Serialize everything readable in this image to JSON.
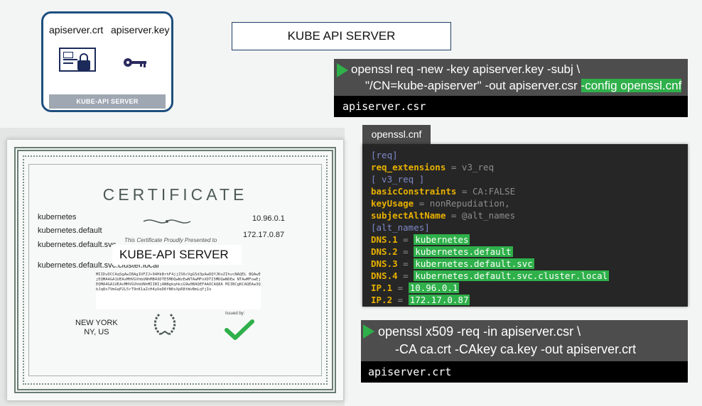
{
  "component": {
    "crt_label": "apiserver.crt",
    "key_label": "apiserver.key",
    "bar_label": "KUBE-API SERVER"
  },
  "title": "KUBE API SERVER",
  "csr_cmd": {
    "line1": "openssl req -new -key apiserver.key -subj \\",
    "line2a": "\"/CN=kube-apiserver\" -out apiserver.csr ",
    "line2b": "-config openssl.cnf",
    "output": "apiserver.csr"
  },
  "cnf": {
    "tab": "openssl.cnf",
    "lines": {
      "l1": "[req]",
      "l2k": "req_extensions",
      "l2v": " = v3_req",
      "l3": "[ v3_req ]",
      "l4k": "basicConstraints",
      "l4v": " = CA:FALSE",
      "l5k": "keyUsage",
      "l5v": " = nonRepudiation,",
      "l6k": "subjectAltName",
      "l6v": " = @alt_names",
      "l7": "[alt_names]",
      "l8k": "DNS.1",
      "l8v": "kubernetes",
      "l9k": "DNS.2",
      "l9v": "kubernetes.default",
      "l10k": "DNS.3",
      "l10v": "kubernetes.default.svc",
      "l11k": "DNS.4",
      "l11v": "kubernetes.default.svc.cluster.local",
      "l12k": "IP.1",
      "l12v": "10.96.0.1",
      "l13k": "IP.2",
      "l13v": "172.17.0.87",
      "eq": " = "
    }
  },
  "crt_cmd": {
    "line1": "openssl x509 -req -in apiserver.csr \\",
    "line2": "-CA ca.crt -CAkey ca.key -out apiserver.crt",
    "output": "apiserver.crt"
  },
  "certificate": {
    "heading": "CERTIFICATE",
    "names": [
      "kubernetes",
      "kubernetes.default",
      "kubernetes.default.svc",
      "kubernetes.default.svc.cluster.local"
    ],
    "ips": [
      "10.96.0.1",
      "172.17.0.87"
    ],
    "presented": "This Certificate Proudly Presented to",
    "subject": "KUBE-API SERVER",
    "key_text": "MIIDvDCCAqSgAwIBAgIUFZJ+94HkBrhF4jjZS6cVgG5d3pAwDQYJKoZIhvcNAQEL BQAwEjEQMA4GA1UEAxMHVGVhbUNhMB4XDTE5MDQwNzEwNTAwMFoXDTI5MDQwNDEw NTAwMFowEjEQMA4GA1UEAxMHVGVhbUNhMIIBIjANBgkqhkiG9w0BAQEFAAOCAQ8A MIIBCgKCAQEAw3QbJq8x7VmGqP2L5rT9nK1aZcH4yUeD6fN0sXpR8tWvBmLqYjIo",
    "location": "NEW YORK\nNY, US",
    "issued_by": "Issued by:"
  }
}
